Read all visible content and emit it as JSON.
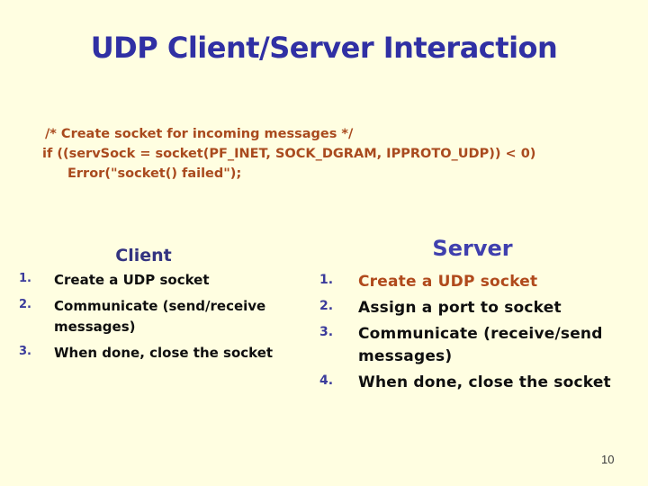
{
  "slide": {
    "title": "UDP Client/Server Interaction",
    "page_number": "10",
    "code_block": {
      "line1": "/* Create socket for incoming messages */",
      "line2": "if ((servSock = socket(PF_INET, SOCK_DGRAM, IPPROTO_UDP)) < 0)",
      "line3": "Error(\"socket() failed\");"
    },
    "client": {
      "heading": "Client",
      "items": [
        {
          "num": "1.",
          "text": "Create a UDP socket"
        },
        {
          "num": "2.",
          "text": "Communicate (send/receive\nmessages)"
        },
        {
          "num": "3.",
          "text": "When done, close the socket"
        }
      ]
    },
    "server": {
      "heading": "Server",
      "items": [
        {
          "num": "1.",
          "text": "Create a UDP socket"
        },
        {
          "num": "2.",
          "text": "Assign a port to socket"
        },
        {
          "num": "3.",
          "text": "Communicate (receive/send\nmessages)"
        },
        {
          "num": "4.",
          "text": "When done, close the socket"
        }
      ]
    },
    "colors": {
      "background": "#FFFEE1",
      "title_blue": "#3030A4",
      "client_heading_blue": "#333380",
      "server_heading_blue": "#4040AE",
      "list_number_purple": "#3B3B9B",
      "code_red": "#A94A1E",
      "highlight_red": "#B04A1C",
      "body_text": "#0F0F0F",
      "page_number_gray": "#3C3C3C"
    }
  }
}
